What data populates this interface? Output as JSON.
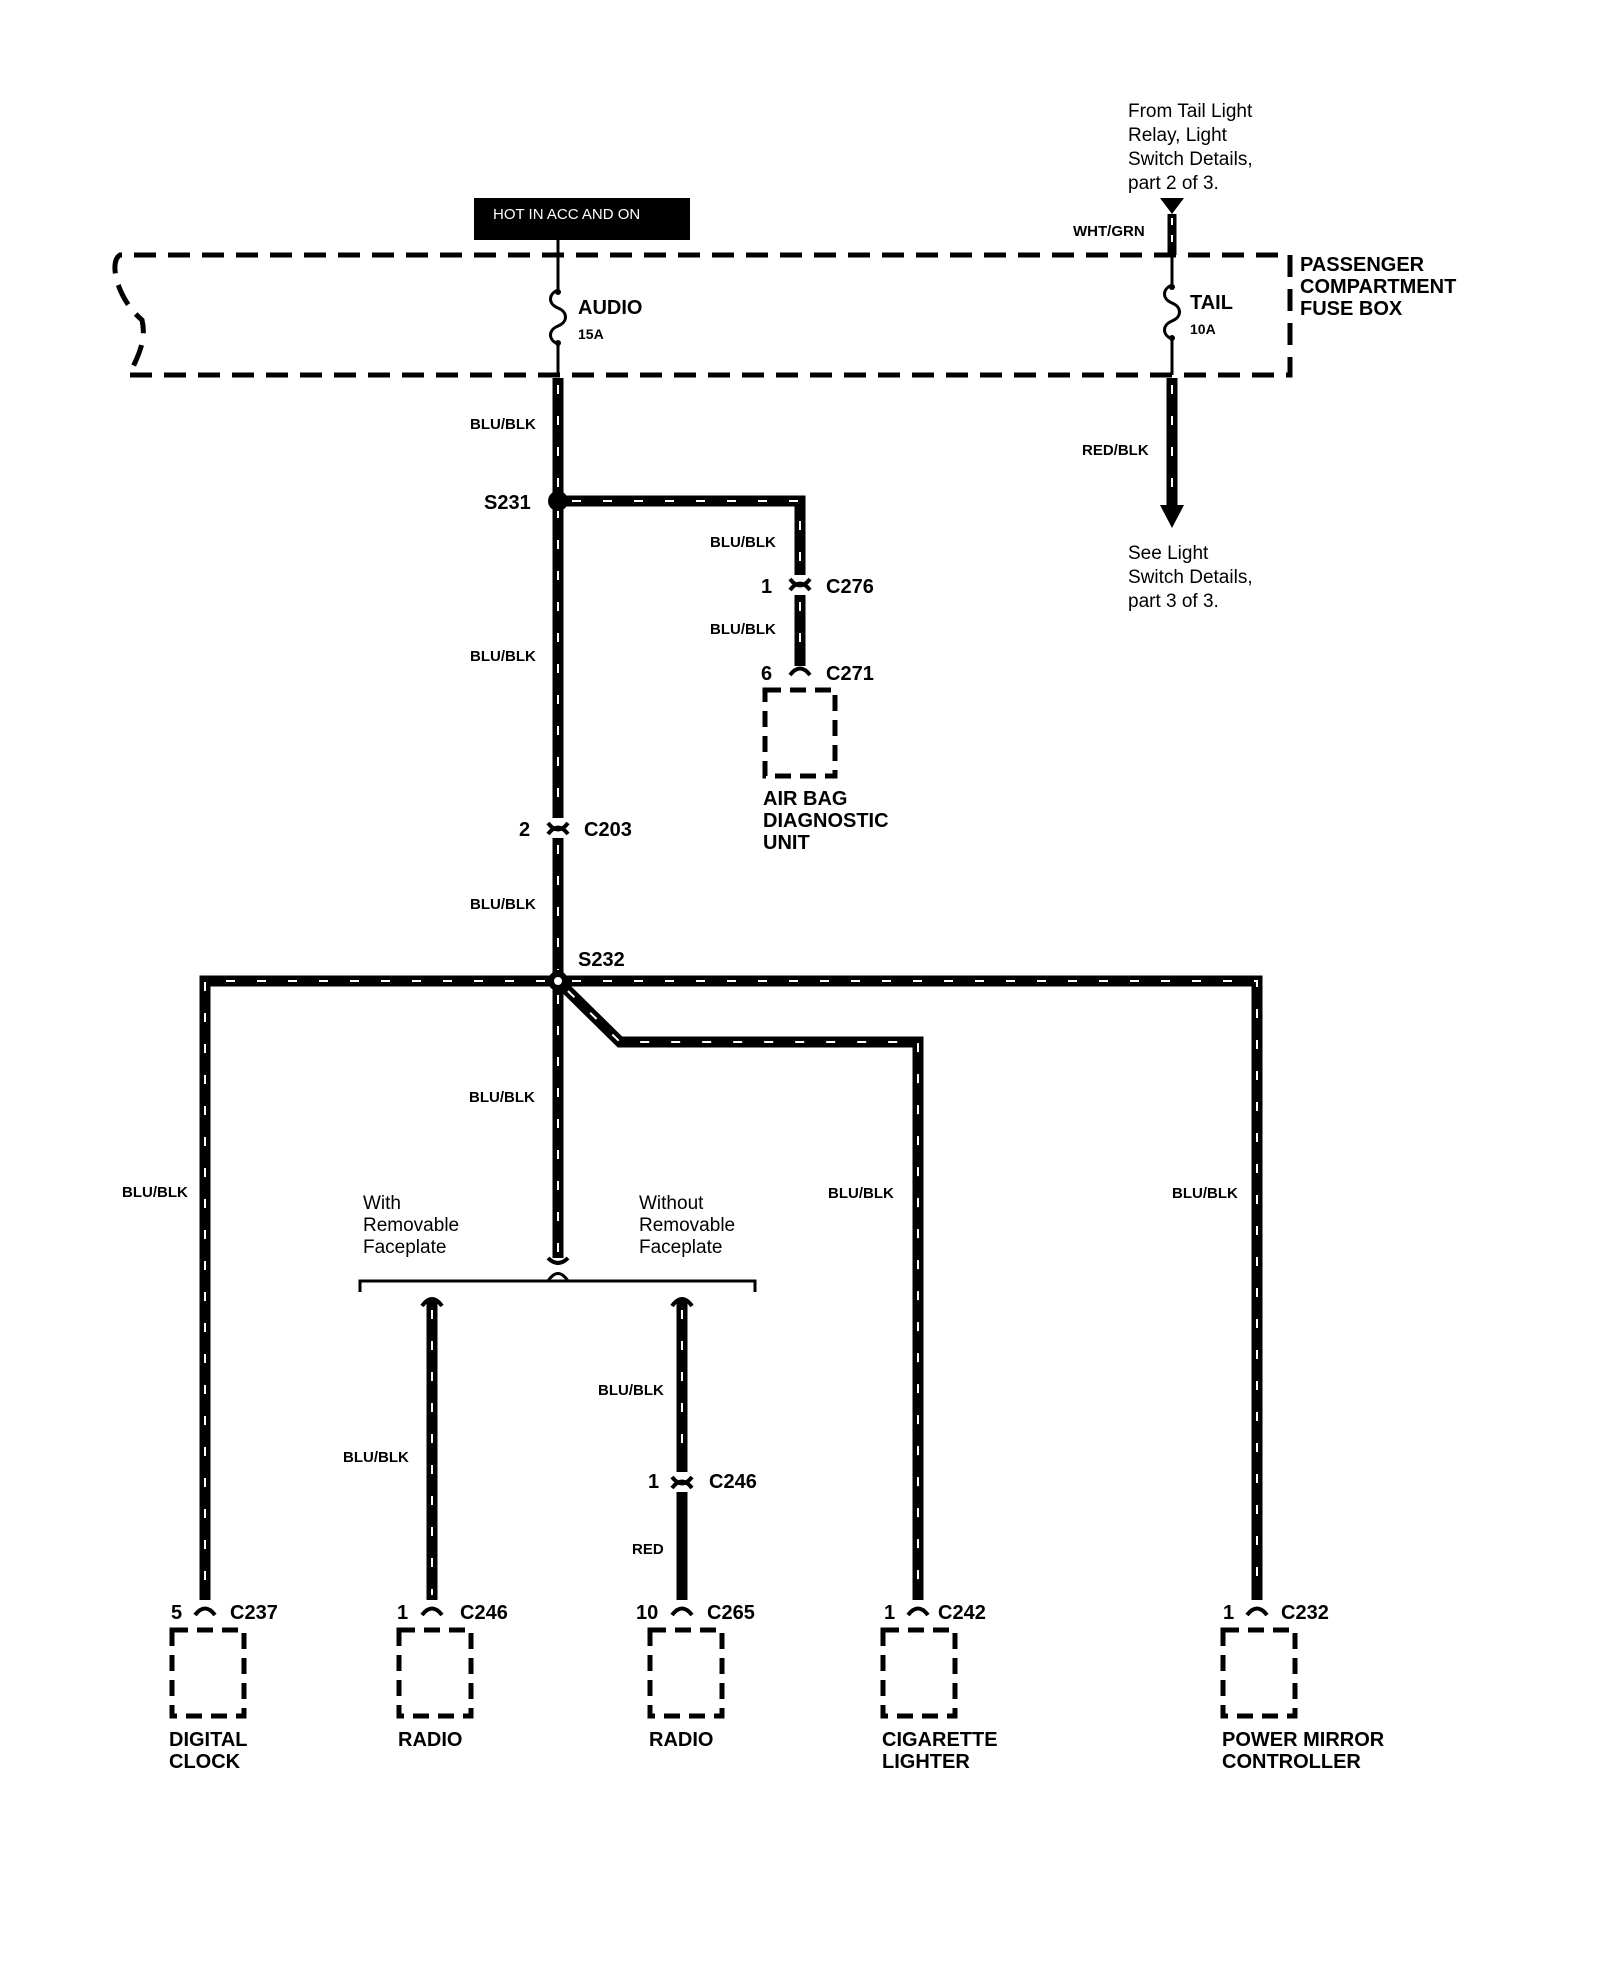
{
  "hot_label": "HOT IN ACC AND ON",
  "fuse_box_label": [
    "PASSENGER",
    "COMPARTMENT",
    "FUSE BOX"
  ],
  "fuses": {
    "audio": {
      "name": "AUDIO",
      "rating": "15A"
    },
    "tail": {
      "name": "TAIL",
      "rating": "10A"
    }
  },
  "notes": {
    "from_tail": [
      "From Tail Light",
      "Relay, Light",
      "Switch Details,",
      "part 2 of 3."
    ],
    "see_light": [
      "See Light",
      "Switch Details,",
      "part 3 of 3."
    ],
    "with_faceplate": [
      "With",
      "Removable",
      "Faceplate"
    ],
    "without_faceplate": [
      "Without",
      "Removable",
      "Faceplate"
    ]
  },
  "wire_colors": {
    "wht_grn": "WHT/GRN",
    "red_blk": "RED/BLK",
    "blu_blk": "BLU/BLK",
    "red": "RED"
  },
  "splices": {
    "s231": "S231",
    "s232": "S232"
  },
  "connectors": {
    "c276": {
      "pin": "1",
      "id": "C276"
    },
    "c271": {
      "pin": "6",
      "id": "C271"
    },
    "c203": {
      "pin": "2",
      "id": "C203"
    },
    "c237": {
      "pin": "5",
      "id": "C237"
    },
    "c246_radio": {
      "pin": "1",
      "id": "C246"
    },
    "c246_inline": {
      "pin": "1",
      "id": "C246"
    },
    "c265": {
      "pin": "10",
      "id": "C265"
    },
    "c242": {
      "pin": "1",
      "id": "C242"
    },
    "c232": {
      "pin": "1",
      "id": "C232"
    }
  },
  "components": {
    "airbag": [
      "AIR BAG",
      "DIAGNOSTIC",
      "UNIT"
    ],
    "clock": [
      "DIGITAL",
      "CLOCK"
    ],
    "radio1": [
      "RADIO"
    ],
    "radio2": [
      "RADIO"
    ],
    "lighter": [
      "CIGARETTE",
      "LIGHTER"
    ],
    "mirror": [
      "POWER MIRROR",
      "CONTROLLER"
    ]
  }
}
